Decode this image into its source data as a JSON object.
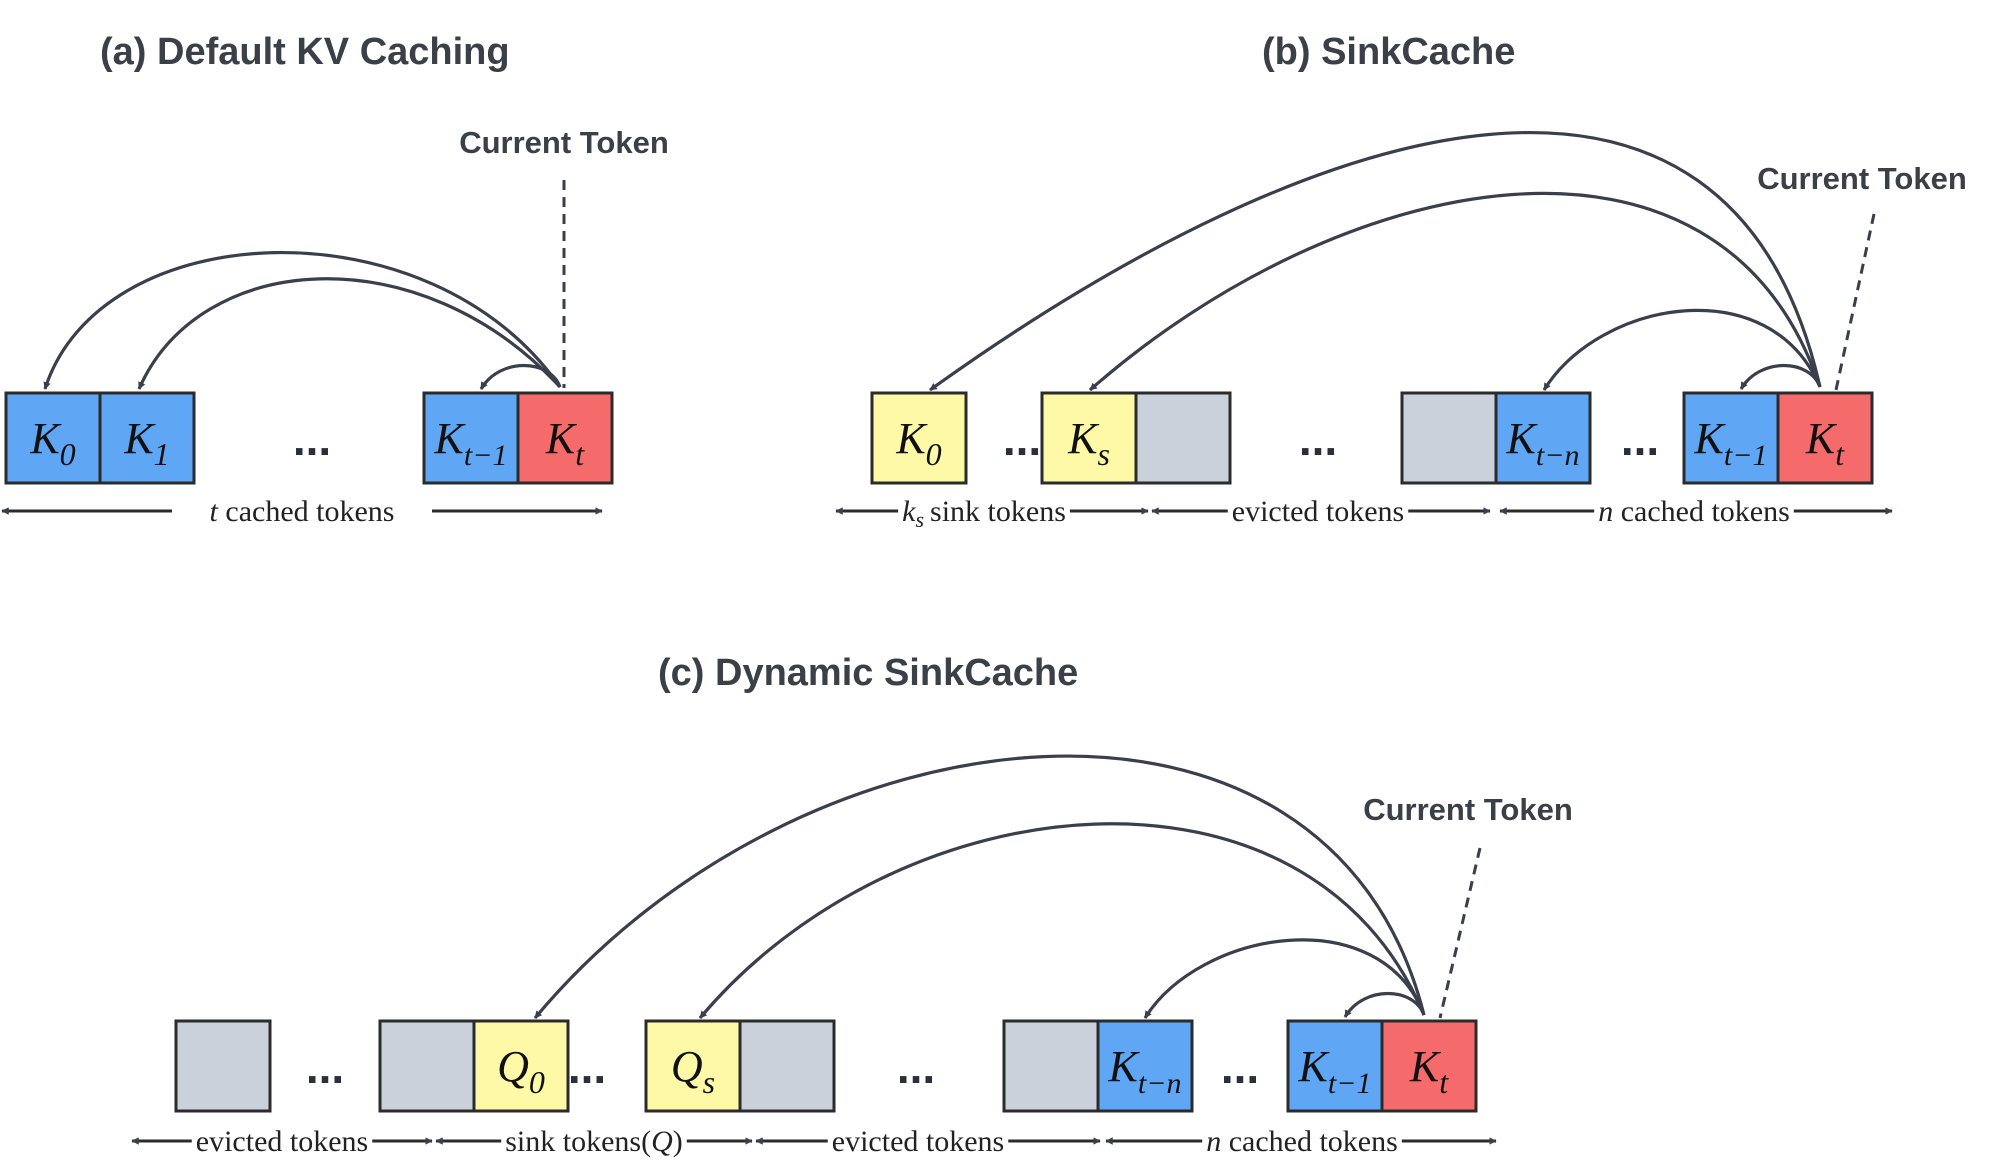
{
  "colors": {
    "cached": "#5fa7f5",
    "current": "#f56b6b",
    "sink": "#fdf9a6",
    "evicted": "#cbd1da",
    "ink": "#3b3f47"
  },
  "panels": [
    {
      "title": "(a) Default KV Caching",
      "current_label": "Current Token",
      "cells": [
        {
          "state": "cached",
          "base": "K",
          "sub": "0"
        },
        {
          "state": "cached",
          "base": "K",
          "sub": "1"
        },
        {
          "state": "gap",
          "text": "..."
        },
        {
          "state": "cached",
          "base": "K",
          "sub": "t−1"
        },
        {
          "state": "current",
          "base": "K",
          "sub": "t"
        }
      ],
      "ranges": [
        {
          "var": "t",
          "text": "cached tokens"
        }
      ]
    },
    {
      "title": "(b) SinkCache",
      "current_label": "Current Token",
      "cells": [
        {
          "state": "sink",
          "base": "K",
          "sub": "0"
        },
        {
          "state": "gap",
          "text": "..."
        },
        {
          "state": "sink",
          "base": "K",
          "sub": "s"
        },
        {
          "state": "evicted"
        },
        {
          "state": "gap",
          "text": "..."
        },
        {
          "state": "evicted"
        },
        {
          "state": "cached",
          "base": "K",
          "sub": "t−n"
        },
        {
          "state": "gap",
          "text": "..."
        },
        {
          "state": "cached",
          "base": "K",
          "sub": "t−1"
        },
        {
          "state": "current",
          "base": "K",
          "sub": "t"
        }
      ],
      "ranges": [
        {
          "var": "k",
          "var_sub": "s",
          "text": "sink tokens"
        },
        {
          "var": "",
          "text": "evicted tokens"
        },
        {
          "var": "n",
          "text": "cached tokens"
        }
      ]
    },
    {
      "title": "(c) Dynamic SinkCache",
      "current_label": "Current Token",
      "cells": [
        {
          "state": "evicted"
        },
        {
          "state": "gap",
          "text": "..."
        },
        {
          "state": "evicted"
        },
        {
          "state": "sink",
          "base": "Q",
          "sub": "0"
        },
        {
          "state": "gap",
          "text": "..."
        },
        {
          "state": "sink",
          "base": "Q",
          "sub": "s"
        },
        {
          "state": "evicted"
        },
        {
          "state": "gap",
          "text": "..."
        },
        {
          "state": "evicted"
        },
        {
          "state": "cached",
          "base": "K",
          "sub": "t−n"
        },
        {
          "state": "gap",
          "text": "..."
        },
        {
          "state": "cached",
          "base": "K",
          "sub": "t−1"
        },
        {
          "state": "current",
          "base": "K",
          "sub": "t"
        }
      ],
      "ranges": [
        {
          "var": "",
          "text": "evicted tokens"
        },
        {
          "var": "",
          "text": "sink tokens(",
          "var_after": "Q",
          "text_after": ")"
        },
        {
          "var": "",
          "text": "evicted tokens"
        },
        {
          "var": "n",
          "text": "cached tokens"
        }
      ]
    }
  ]
}
